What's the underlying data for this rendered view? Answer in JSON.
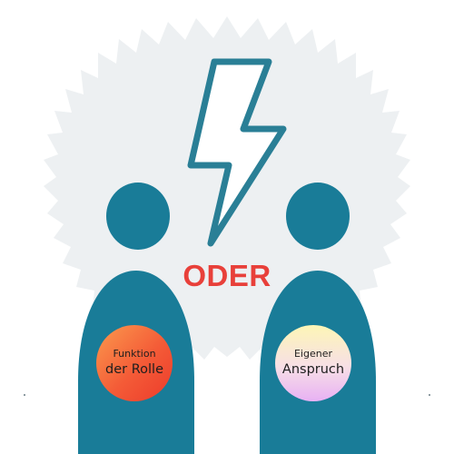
{
  "center": {
    "label": "ODER",
    "label_color": "#e8403a"
  },
  "left_person": {
    "badge_line1": "Funktion",
    "badge_line2": "der Rolle"
  },
  "right_person": {
    "badge_line1": "Eigener",
    "badge_line2": "Anspruch"
  },
  "colors": {
    "figure": "#197c98",
    "burst": "#edf0f2",
    "bolt_stroke": "#2a7f96"
  },
  "icons": {
    "burst": "starburst-icon",
    "bolt": "lightning-bolt-icon",
    "person": "person-silhouette-icon"
  }
}
